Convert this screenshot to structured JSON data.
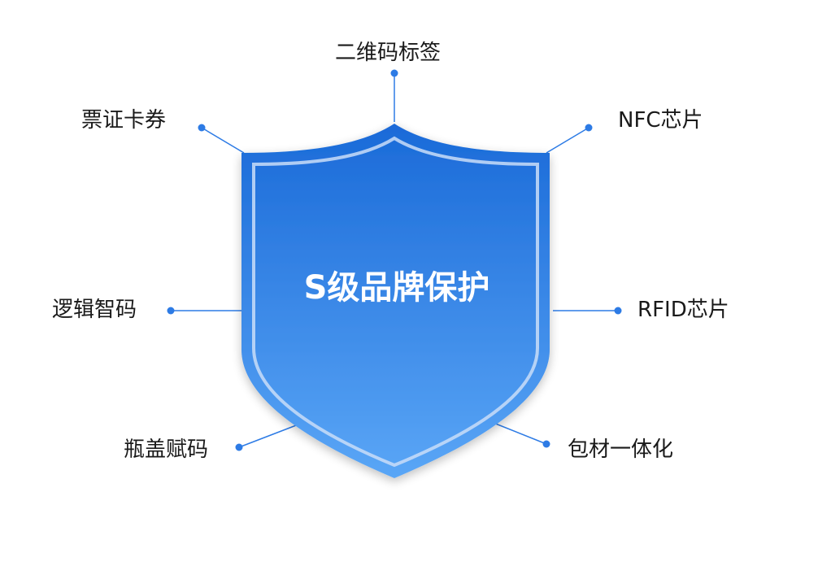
{
  "center_title": "S级品牌保护",
  "labels": {
    "top": "二维码标签",
    "upper_left": "票证卡券",
    "upper_right": "NFC芯片",
    "middle_left": "逻辑智码",
    "middle_right": "RFID芯片",
    "lower_left": "瓶盖赋码",
    "lower_right": "包材一体化"
  },
  "colors": {
    "shield_top": "#1a6ad8",
    "shield_bottom": "#5aa6f6",
    "shield_border": "#c9ddf8",
    "connector": "#2d7be5",
    "dot": "#2d7be5",
    "label_text": "#1a1a1a"
  }
}
